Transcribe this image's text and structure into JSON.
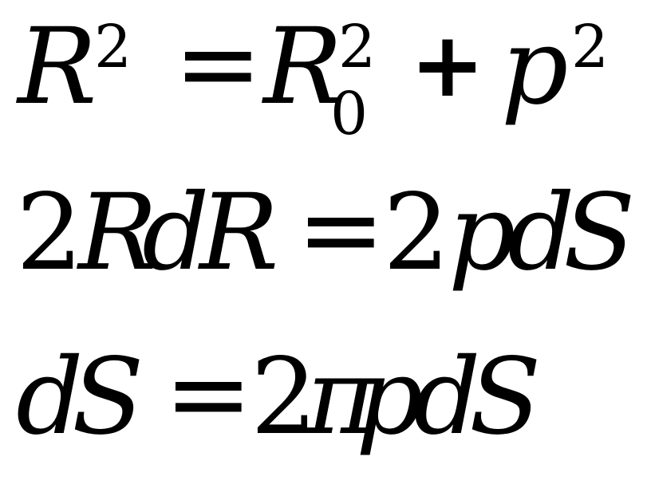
{
  "equations": [
    {
      "id": "eq1",
      "lhs": {
        "base": "R",
        "exponent": "2"
      },
      "operator": "=",
      "rhs": [
        {
          "base": "R",
          "subscript": "0",
          "exponent": "2"
        },
        {
          "operator": "+"
        },
        {
          "base": "p",
          "exponent": "2"
        }
      ]
    },
    {
      "id": "eq2",
      "lhs": [
        "2",
        "R",
        "d",
        "R"
      ],
      "operator": "=",
      "rhs": [
        "2",
        "p",
        "d",
        "S"
      ]
    },
    {
      "id": "eq3",
      "lhs": [
        "d",
        "S"
      ],
      "operator": "=",
      "rhs": [
        "2",
        "π",
        "p",
        "d",
        "S"
      ]
    }
  ]
}
